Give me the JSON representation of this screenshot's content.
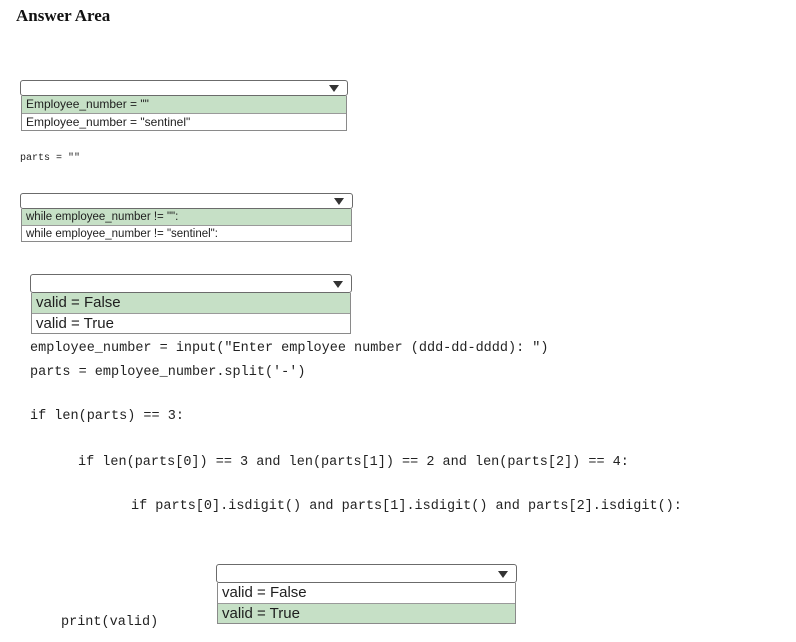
{
  "title": "Answer Area",
  "dropdowns": [
    {
      "options": [
        "Employee_number = \"\"",
        "Employee_number = \"sentinel\""
      ],
      "selected_index": 0
    },
    {
      "options": [
        "while employee_number != \"\":",
        "while employee_number != \"sentinel\":"
      ],
      "selected_index": 0
    },
    {
      "options": [
        "valid = False",
        "valid = True"
      ],
      "selected_index": 0
    },
    {
      "options": [
        "valid = False",
        "valid = True"
      ],
      "selected_index": 1
    }
  ],
  "code": {
    "parts_init": "parts = \"\"",
    "input_line": "employee_number = input(\"Enter employee number (ddd-dd-dddd): \")",
    "split_line": "parts = employee_number.split('-')",
    "if_len": "if len(parts) == 3:",
    "if_len_parts": "if len(parts[0]) == 3 and len(parts[1]) == 2 and len(parts[2]) == 4:",
    "if_isdigit": "if parts[0].isdigit() and parts[1].isdigit() and parts[2].isdigit():",
    "print_line": "print(valid)"
  },
  "colors": {
    "selected_option_bg": "#c6e0c6"
  }
}
